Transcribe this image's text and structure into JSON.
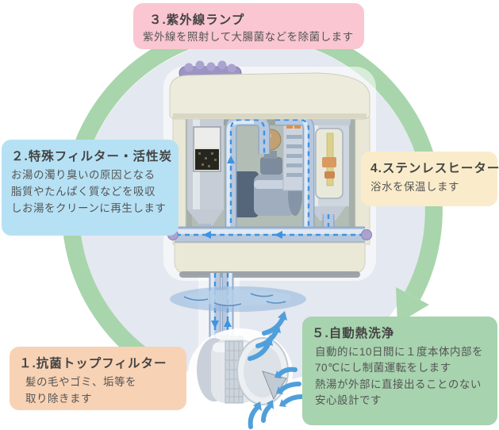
{
  "callouts": [
    {
      "number": "1",
      "title": "１.抗菌トップフィルター",
      "lines": [
        "髪の毛やゴミ、垢等を",
        "取り除きます"
      ],
      "color": "#f8d2b4"
    },
    {
      "number": "2",
      "title": "２.特殊フィルター・活性炭",
      "lines": [
        "お湯の濁り臭いの原因となる",
        "脂質やたんぱく質などを吸収",
        "しお湯をクリーンに再生します"
      ],
      "color": "#b6e1f4"
    },
    {
      "number": "3",
      "title": "３.紫外線ランプ",
      "lines": [
        "紫外線を照射して大腸菌などを除菌します"
      ],
      "color": "#f9c6d1"
    },
    {
      "number": "4",
      "title": "4.ステンレスヒーター",
      "lines": [
        "浴水を保温します"
      ],
      "color": "#faeccb"
    },
    {
      "number": "5",
      "title": "５.自動熱洗浄",
      "lines": [
        "自動的に10日間に１度本体内部を",
        "70℃にし制菌運転をします",
        "熱湯が外部に直接出ることのない",
        "安心設計です"
      ],
      "color": "#a7d3ae"
    }
  ],
  "diagram": {
    "icons": [
      "circulation-cycle-arrow",
      "water-flow-arrows",
      "bath-water-surface"
    ],
    "colors": {
      "cycle_arrow": "#a8d5ab",
      "inner_disc": "#e4e8f0",
      "flow_dashes": "#3f93e0",
      "water_arrows": "#4f9fdb",
      "device_housing": "#edebdb"
    }
  }
}
